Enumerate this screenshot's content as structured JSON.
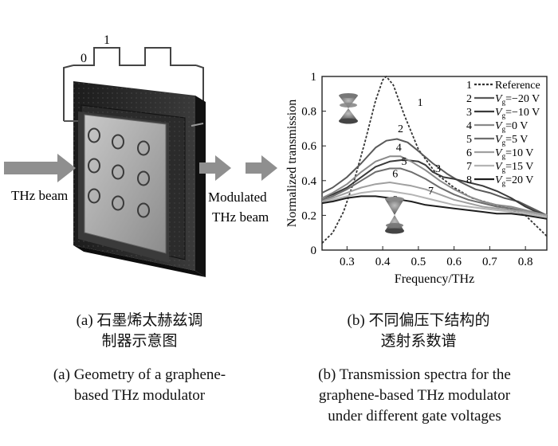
{
  "figure_a": {
    "signal_levels": [
      "0",
      "1"
    ],
    "input_label": "THz beam",
    "output_label_lines": [
      "Modulated",
      "THz beam"
    ],
    "colors": {
      "beam_arrow": "#8f8f8f",
      "substrate": "#2a2a2a",
      "graphene": "#a9a9a9"
    }
  },
  "captions": {
    "a_zh": [
      "(a) 石墨烯太赫兹调",
      "制器示意图"
    ],
    "b_zh": [
      "(b) 不同偏压下结构的",
      "透射系数谱"
    ],
    "a_en": [
      "(a) Geometry of a graphene-",
      "based THz modulator"
    ],
    "b_en": [
      "(b) Transmission spectra for the",
      "graphene-based THz modulator",
      "under different gate voltages"
    ]
  },
  "chart_data": {
    "type": "line",
    "title": "",
    "xlabel": "Frequency/THz",
    "ylabel": "Normalized transmission",
    "xlim": [
      0.23,
      0.86
    ],
    "ylim": [
      0,
      1
    ],
    "xticks": [
      "0.3",
      "0.4",
      "0.5",
      "0.6",
      "0.7",
      "0.8"
    ],
    "yticks": [
      "0",
      "0.2",
      "0.4",
      "0.6",
      "0.8",
      "1"
    ],
    "legend_position": "top-right",
    "legend": [
      {
        "num": "1",
        "label": "Reference",
        "style": "dotted",
        "color": "#333333"
      },
      {
        "num": "2",
        "label": "V",
        "sub": "g",
        "value": "=−20 V",
        "color": "#5a5a5a"
      },
      {
        "num": "3",
        "label": "V",
        "sub": "g",
        "value": "=−10 V",
        "color": "#3a3a3a"
      },
      {
        "num": "4",
        "label": "V",
        "sub": "g",
        "value": "=0 V",
        "color": "#8a8a8a"
      },
      {
        "num": "5",
        "label": "V",
        "sub": "g",
        "value": "=5 V",
        "color": "#6e6e6e"
      },
      {
        "num": "6",
        "label": "V",
        "sub": "g",
        "value": "=10 V",
        "color": "#a0a0a0"
      },
      {
        "num": "7",
        "label": "V",
        "sub": "g",
        "value": "=15 V",
        "color": "#b4b4b4"
      },
      {
        "num": "8",
        "label": "V",
        "sub": "g",
        "value": "=20 V",
        "color": "#1e1e1e"
      }
    ],
    "series": [
      {
        "num": "1",
        "style": "dotted",
        "color": "#333333",
        "x": [
          0.23,
          0.26,
          0.29,
          0.32,
          0.35,
          0.38,
          0.4,
          0.41,
          0.43,
          0.46,
          0.5,
          0.55,
          0.6,
          0.65,
          0.7,
          0.75,
          0.8,
          0.83,
          0.86
        ],
        "y": [
          0.04,
          0.1,
          0.22,
          0.4,
          0.62,
          0.86,
          0.98,
          1.0,
          0.95,
          0.78,
          0.58,
          0.44,
          0.36,
          0.3,
          0.27,
          0.24,
          0.2,
          0.14,
          0.08
        ],
        "label_at": [
          0.505,
          0.83
        ]
      },
      {
        "num": "2",
        "color": "#5a5a5a",
        "x": [
          0.23,
          0.26,
          0.3,
          0.34,
          0.38,
          0.41,
          0.44,
          0.47,
          0.5,
          0.54,
          0.58,
          0.62,
          0.66,
          0.7,
          0.74,
          0.78,
          0.82,
          0.86
        ],
        "y": [
          0.33,
          0.36,
          0.42,
          0.5,
          0.59,
          0.63,
          0.64,
          0.62,
          0.57,
          0.5,
          0.44,
          0.39,
          0.35,
          0.33,
          0.3,
          0.28,
          0.24,
          0.2
        ],
        "label_at": [
          0.45,
          0.68
        ]
      },
      {
        "num": "3",
        "color": "#3a3a3a",
        "x": [
          0.23,
          0.26,
          0.3,
          0.34,
          0.38,
          0.42,
          0.46,
          0.5,
          0.52,
          0.54,
          0.57,
          0.6,
          0.64,
          0.68,
          0.72,
          0.76,
          0.8,
          0.83,
          0.86
        ],
        "y": [
          0.3,
          0.32,
          0.36,
          0.42,
          0.48,
          0.51,
          0.52,
          0.51,
          0.49,
          0.45,
          0.42,
          0.41,
          0.39,
          0.37,
          0.34,
          0.3,
          0.25,
          0.22,
          0.2
        ],
        "label_at": [
          0.555,
          0.45
        ]
      },
      {
        "num": "4",
        "color": "#8a8a8a",
        "x": [
          0.23,
          0.26,
          0.3,
          0.34,
          0.38,
          0.42,
          0.45,
          0.48,
          0.52,
          0.56,
          0.6,
          0.64,
          0.68,
          0.72,
          0.76,
          0.8,
          0.86
        ],
        "y": [
          0.3,
          0.33,
          0.38,
          0.45,
          0.51,
          0.54,
          0.54,
          0.51,
          0.46,
          0.4,
          0.35,
          0.31,
          0.28,
          0.26,
          0.25,
          0.23,
          0.2
        ],
        "label_at": [
          0.445,
          0.57
        ]
      },
      {
        "num": "5",
        "color": "#6e6e6e",
        "x": [
          0.23,
          0.26,
          0.3,
          0.34,
          0.38,
          0.42,
          0.45,
          0.48,
          0.52,
          0.56,
          0.6,
          0.64,
          0.68,
          0.72,
          0.76,
          0.8,
          0.86
        ],
        "y": [
          0.29,
          0.31,
          0.35,
          0.4,
          0.45,
          0.47,
          0.47,
          0.45,
          0.41,
          0.36,
          0.32,
          0.29,
          0.27,
          0.25,
          0.24,
          0.22,
          0.2
        ],
        "label_at": [
          0.46,
          0.49
        ]
      },
      {
        "num": "6",
        "color": "#a0a0a0",
        "x": [
          0.23,
          0.26,
          0.3,
          0.34,
          0.38,
          0.42,
          0.45,
          0.48,
          0.52,
          0.56,
          0.6,
          0.64,
          0.68,
          0.72,
          0.76,
          0.8,
          0.86
        ],
        "y": [
          0.28,
          0.3,
          0.33,
          0.36,
          0.38,
          0.39,
          0.38,
          0.37,
          0.35,
          0.32,
          0.29,
          0.27,
          0.25,
          0.24,
          0.23,
          0.22,
          0.2
        ],
        "label_at": [
          0.435,
          0.42
        ]
      },
      {
        "num": "7",
        "color": "#b4b4b4",
        "x": [
          0.23,
          0.26,
          0.3,
          0.34,
          0.38,
          0.42,
          0.45,
          0.48,
          0.52,
          0.56,
          0.6,
          0.64,
          0.68,
          0.72,
          0.76,
          0.8,
          0.86
        ],
        "y": [
          0.27,
          0.29,
          0.31,
          0.33,
          0.34,
          0.34,
          0.33,
          0.32,
          0.3,
          0.28,
          0.26,
          0.25,
          0.24,
          0.23,
          0.22,
          0.21,
          0.19
        ],
        "label_at": [
          0.535,
          0.32
        ]
      },
      {
        "num": "8",
        "color": "#1e1e1e",
        "x": [
          0.23,
          0.26,
          0.3,
          0.34,
          0.38,
          0.42,
          0.45,
          0.48,
          0.52,
          0.56,
          0.6,
          0.64,
          0.68,
          0.72,
          0.76,
          0.8,
          0.86
        ],
        "y": [
          0.27,
          0.28,
          0.3,
          0.31,
          0.31,
          0.3,
          0.29,
          0.28,
          0.26,
          0.25,
          0.24,
          0.23,
          0.22,
          0.21,
          0.21,
          0.2,
          0.18
        ],
        "label_at": [
          0.435,
          0.27
        ]
      }
    ]
  }
}
